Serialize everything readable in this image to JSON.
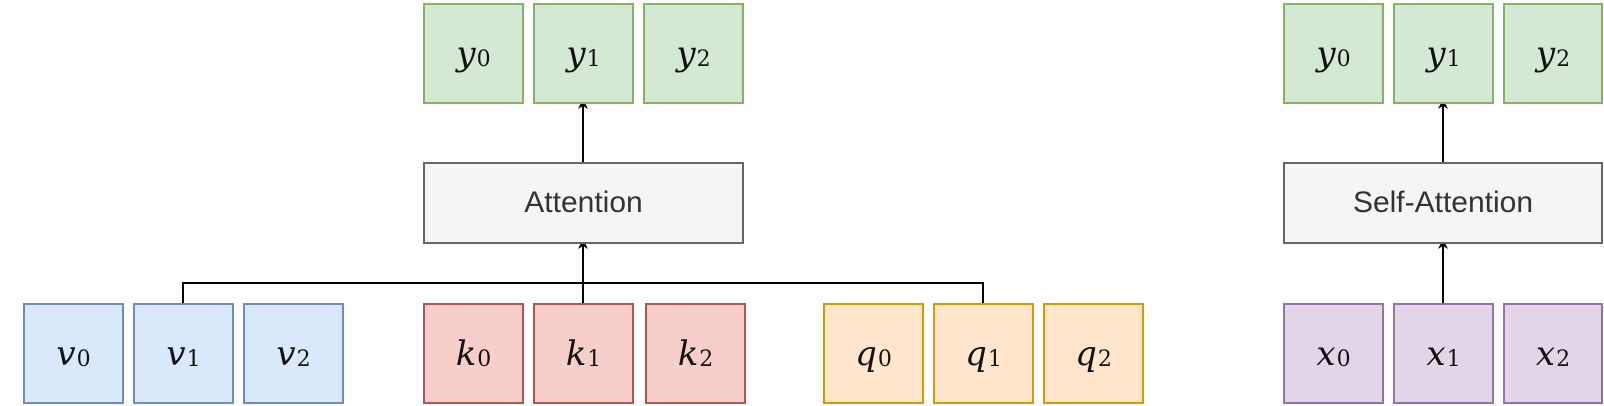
{
  "left_diagram": {
    "outputs": [
      {
        "sym": "y",
        "sub": "0"
      },
      {
        "sym": "y",
        "sub": "1"
      },
      {
        "sym": "y",
        "sub": "2"
      }
    ],
    "op_label": "Attention",
    "values": [
      {
        "sym": "v",
        "sub": "0"
      },
      {
        "sym": "v",
        "sub": "1"
      },
      {
        "sym": "v",
        "sub": "2"
      }
    ],
    "keys": [
      {
        "sym": "k",
        "sub": "0"
      },
      {
        "sym": "k",
        "sub": "1"
      },
      {
        "sym": "k",
        "sub": "2"
      }
    ],
    "queries": [
      {
        "sym": "q",
        "sub": "0"
      },
      {
        "sym": "q",
        "sub": "1"
      },
      {
        "sym": "q",
        "sub": "2"
      }
    ]
  },
  "right_diagram": {
    "outputs": [
      {
        "sym": "y",
        "sub": "0"
      },
      {
        "sym": "y",
        "sub": "1"
      },
      {
        "sym": "y",
        "sub": "2"
      }
    ],
    "op_label": "Self-Attention",
    "inputs": [
      {
        "sym": "x",
        "sub": "0"
      },
      {
        "sym": "x",
        "sub": "1"
      },
      {
        "sym": "x",
        "sub": "2"
      }
    ]
  },
  "colors": {
    "output_fill": "#d5e8d4",
    "output_border": "#82b366",
    "value_fill": "#dae8fc",
    "value_border": "#6c8ebf",
    "key_fill": "#f8cecc",
    "key_border": "#b85450",
    "query_fill": "#ffe6cc",
    "query_border": "#d79b00",
    "input_fill": "#e1d5e7",
    "input_border": "#9673a6",
    "op_fill": "#f5f5f5",
    "op_border": "#666666"
  }
}
